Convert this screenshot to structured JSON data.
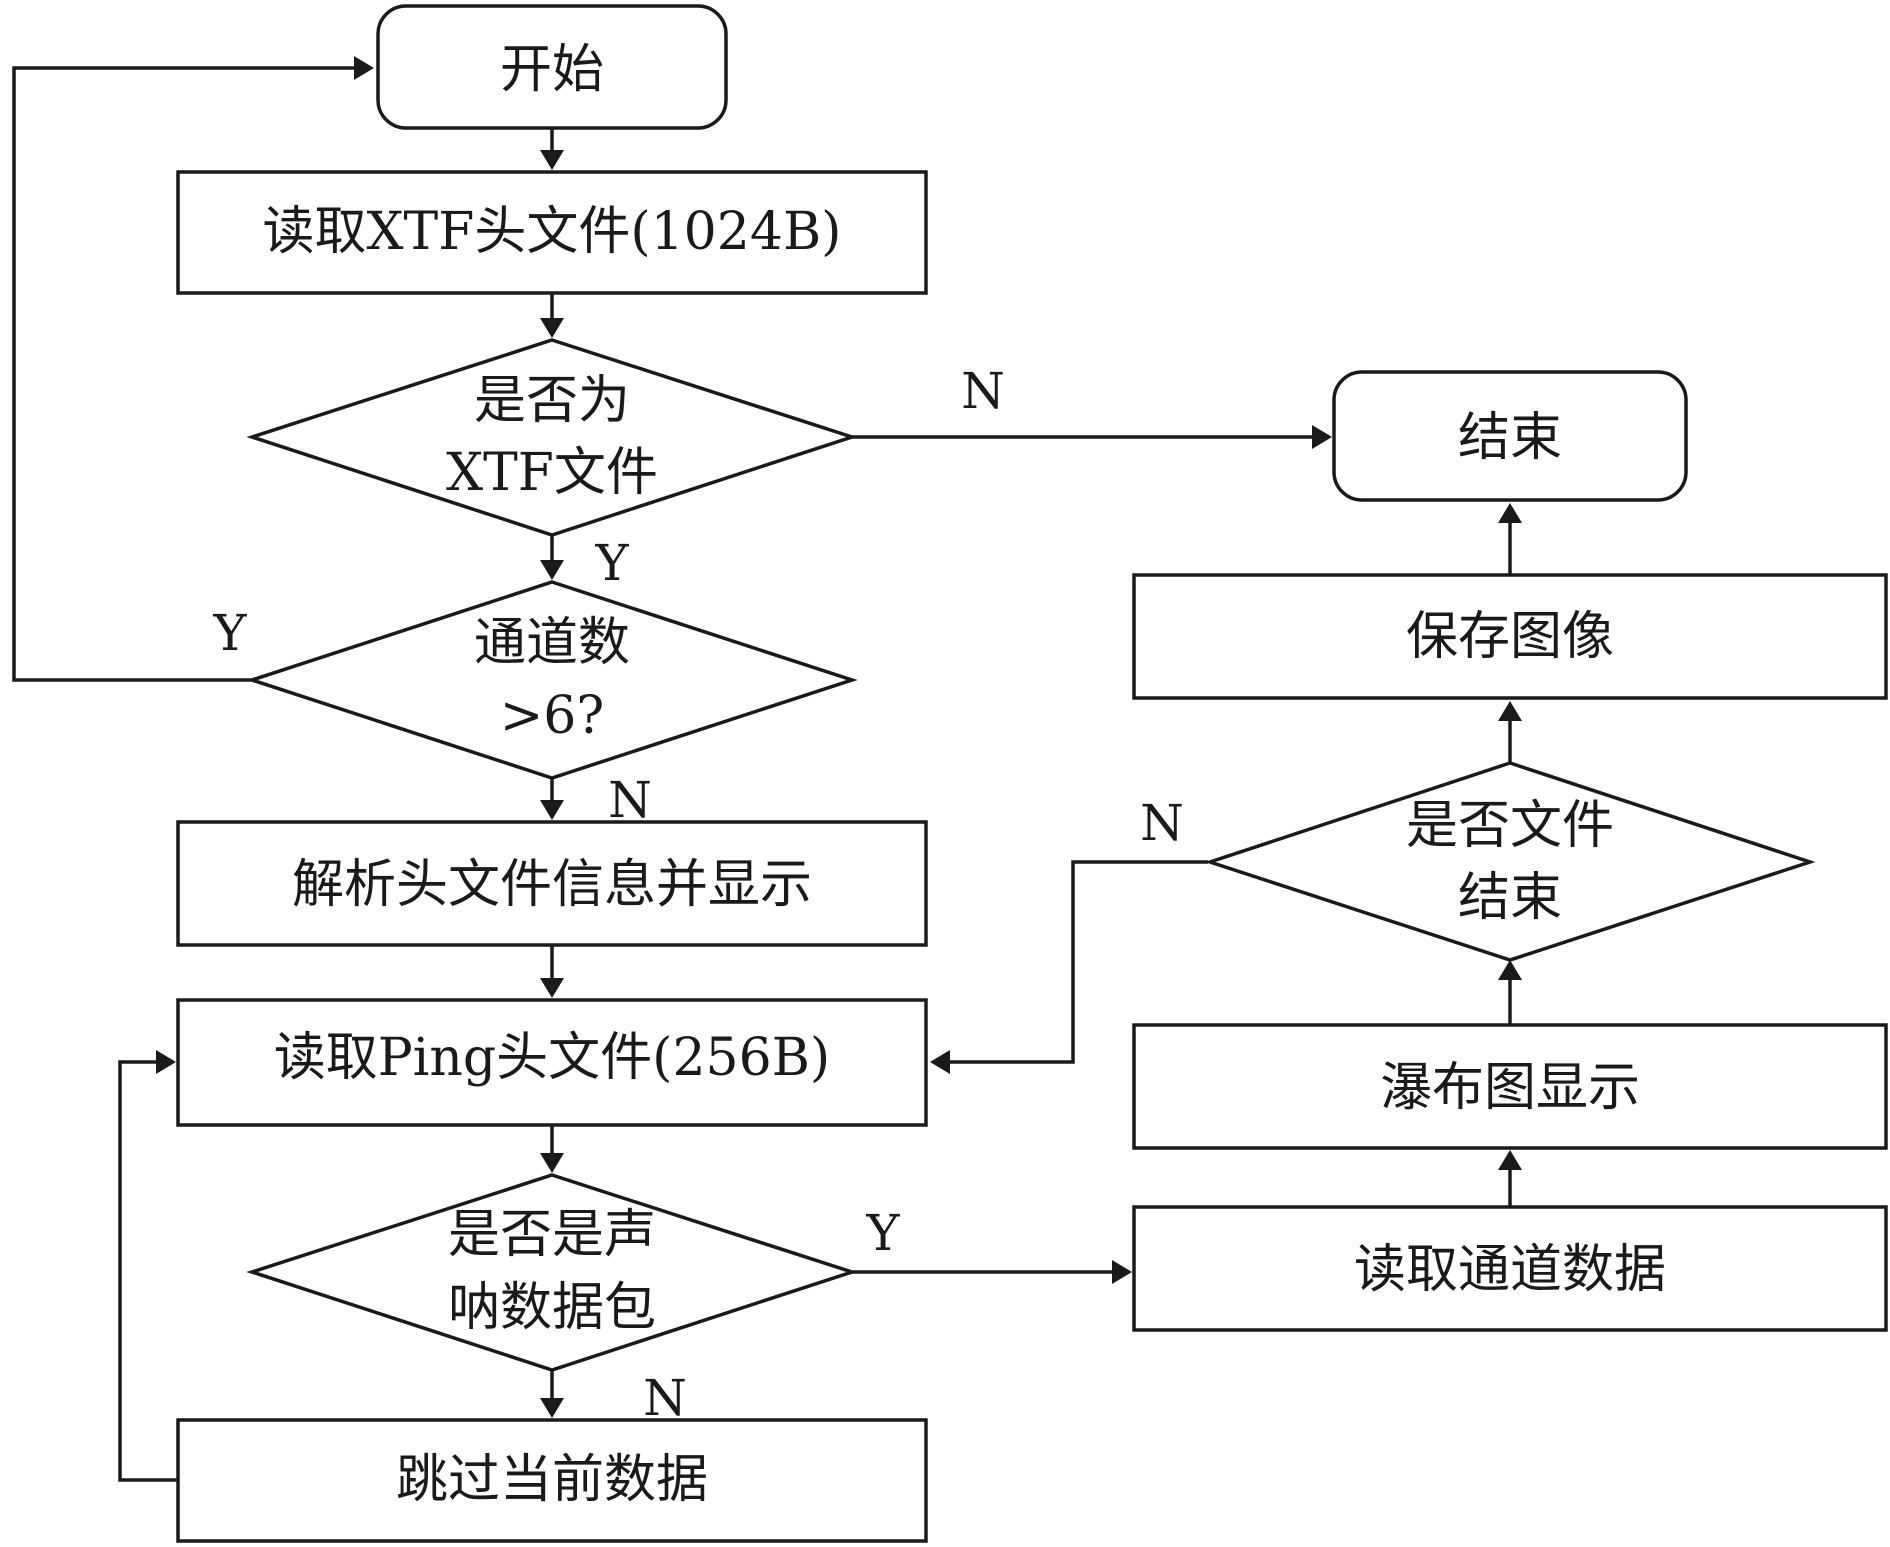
{
  "diagram": {
    "nodes": {
      "start": {
        "label": "开始"
      },
      "read_xtf_header": {
        "label": "读取XTF头文件(1024B)"
      },
      "is_xtf": {
        "label_lines": [
          "是否为",
          "XTF文件"
        ]
      },
      "channels_gt6": {
        "label_lines": [
          "通道数",
          ">6?"
        ]
      },
      "parse_header": {
        "label": "解析头文件信息并显示"
      },
      "read_ping_header": {
        "label": "读取Ping头文件(256B)"
      },
      "is_sonar_packet": {
        "label_lines": [
          "是否是声",
          "呐数据包"
        ]
      },
      "skip_data": {
        "label": "跳过当前数据"
      },
      "read_channel_data": {
        "label": "读取通道数据"
      },
      "waterfall_display": {
        "label": "瀑布图显示"
      },
      "is_file_end": {
        "label_lines": [
          "是否文件",
          "结束"
        ]
      },
      "save_image": {
        "label": "保存图像"
      },
      "end": {
        "label": "结束"
      }
    },
    "edge_labels": {
      "is_xtf_no": "N",
      "is_xtf_yes": "Y",
      "channels_yes": "Y",
      "channels_no": "N",
      "sonar_yes": "Y",
      "sonar_no": "N",
      "file_end_no": "N"
    }
  }
}
